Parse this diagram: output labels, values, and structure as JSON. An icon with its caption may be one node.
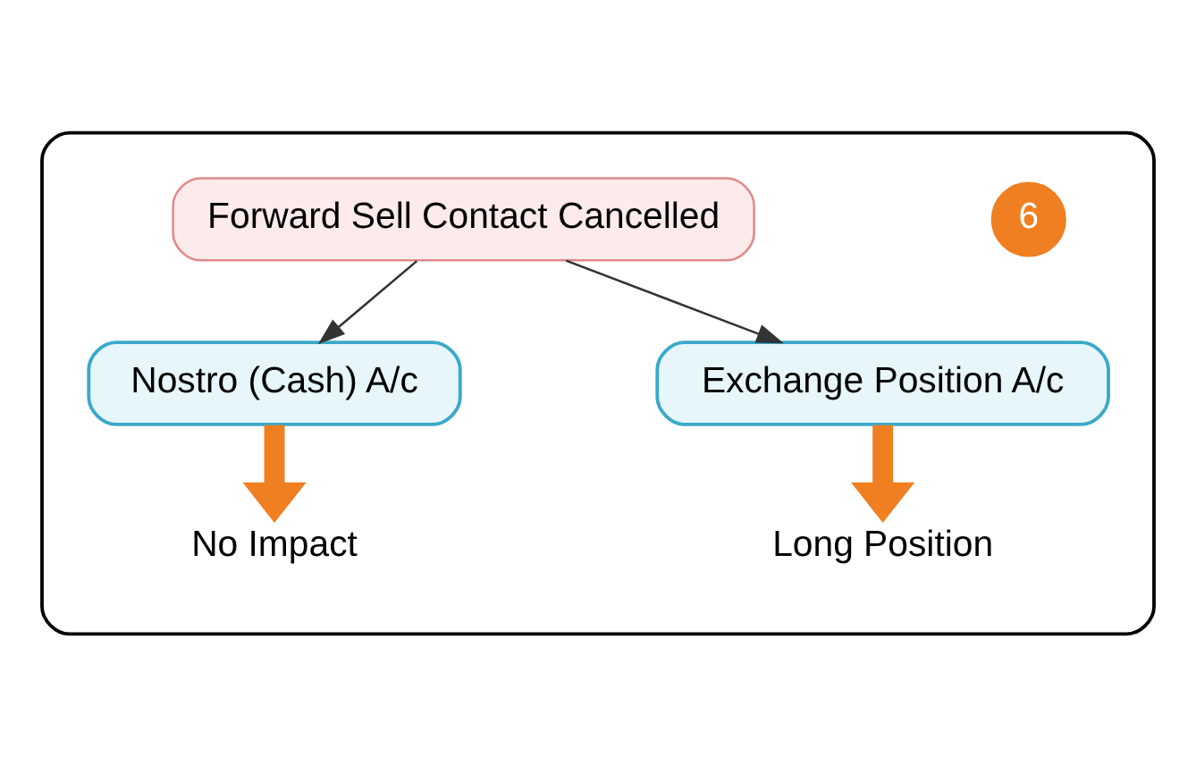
{
  "diagram": {
    "nodes": [
      {
        "text": [],
        "shape": "box"
      },
      {
        "text": [
          "6"
        ],
        "in": 0
      },
      {
        "text": [
          "Forward Sell Contact Cancelled"
        ],
        "in": 0
      },
      {
        "text": [
          "Nostro (Cash) A/c"
        ],
        "in": 0
      },
      {
        "text": [
          "Exchange Position A/c"
        ],
        "in": 0
      },
      {
        "text": [
          "No Impact"
        ],
        "in": 0
      },
      {
        "text": [
          "Long Position"
        ],
        "in": 0
      }
    ],
    "edges": [
      {
        "from": 2,
        "to": 3,
        "arrow": "to"
      },
      {
        "from": 2,
        "to": 4,
        "arrow": "to"
      },
      {
        "from": 3,
        "to": 5,
        "arrow": "to",
        "style": "thick",
        "color": "#f07f22"
      },
      {
        "from": 4,
        "to": 6,
        "arrow": "to",
        "style": "thick",
        "color": "#f07f22"
      }
    ]
  }
}
